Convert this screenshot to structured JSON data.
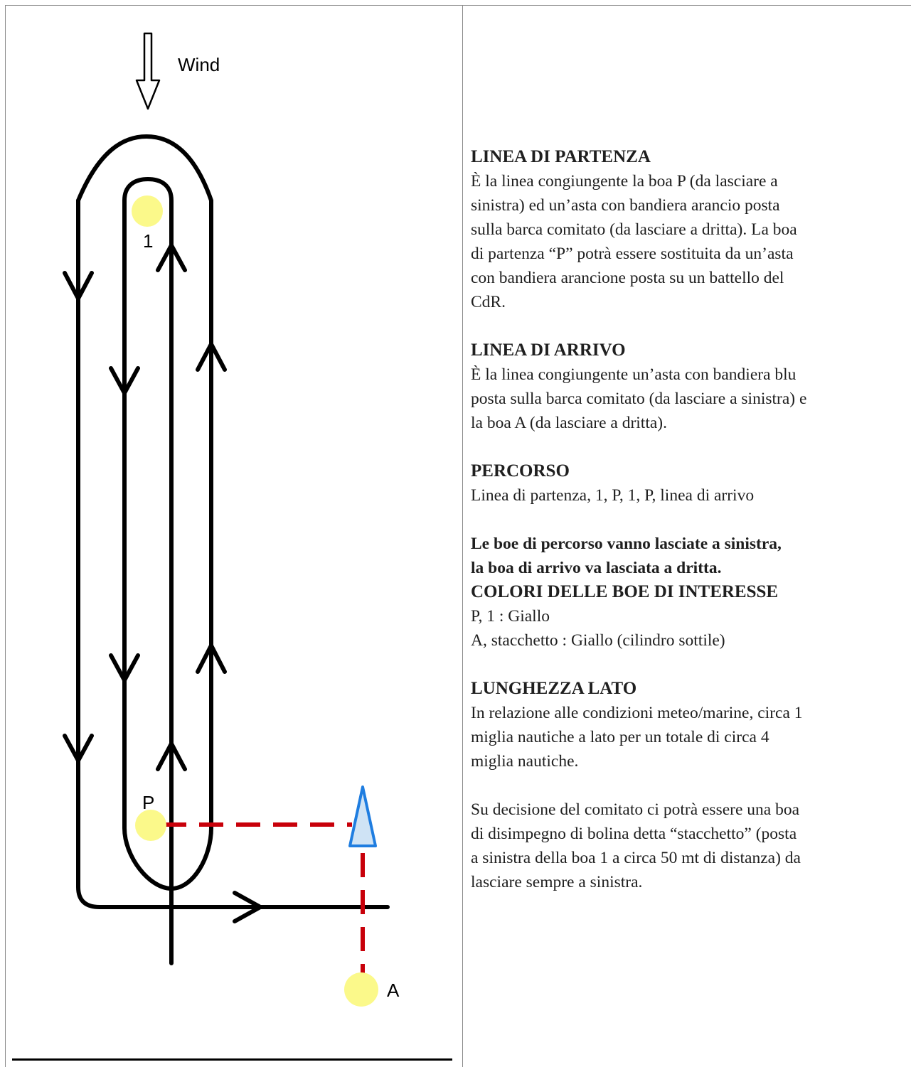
{
  "diagram": {
    "wind_label": "Wind",
    "mark_1_label": "1",
    "mark_p_label": "P",
    "mark_a_label": "A",
    "colors": {
      "course_line": "#000000",
      "buoy_fill": "#fbf98a",
      "finish_line": "#c8000a",
      "committee_fill": "#cfe3f5",
      "committee_stroke": "#1f7de0"
    }
  },
  "sections": {
    "start": {
      "heading": "LINEA DI PARTENZA",
      "lines": [
        "È la linea congiungente la boa P (da lasciare a",
        "sinistra) ed un’asta con bandiera arancio posta",
        "sulla barca comitato (da lasciare a dritta). La boa",
        "di partenza “P” potrà essere sostituita da un’asta",
        "con bandiera arancione posta su un battello del",
        "CdR."
      ]
    },
    "finish": {
      "heading": "LINEA DI ARRIVO",
      "lines": [
        "È la linea congiungente un’asta con bandiera blu",
        "posta sulla barca comitato (da lasciare a sinistra) e",
        "la boa A (da lasciare a dritta)."
      ]
    },
    "course": {
      "heading": "PERCORSO",
      "lines": [
        "Linea di partenza, 1, P, 1, P, linea di arrivo"
      ]
    },
    "note": {
      "lines": [
        "Le boe di percorso vanno lasciate a sinistra,",
        "la boa di arrivo va lasciata a dritta."
      ]
    },
    "colors": {
      "heading": "COLORI DELLE BOE DI INTERESSE",
      "lines": [
        "P, 1 : Giallo",
        "A, stacchetto : Giallo (cilindro sottile)"
      ]
    },
    "length": {
      "heading": "LUNGHEZZA LATO",
      "lines": [
        "In relazione alle condizioni meteo/marine, circa 1",
        "miglia nautiche a lato per un totale di circa 4",
        "miglia nautiche."
      ]
    },
    "offset": {
      "lines": [
        "Su decisione del comitato ci potrà essere una boa",
        "di disimpegno di bolina detta “stacchetto” (posta",
        "a sinistra della boa 1 a circa 50 mt di distanza) da",
        "lasciare sempre a sinistra."
      ]
    }
  }
}
